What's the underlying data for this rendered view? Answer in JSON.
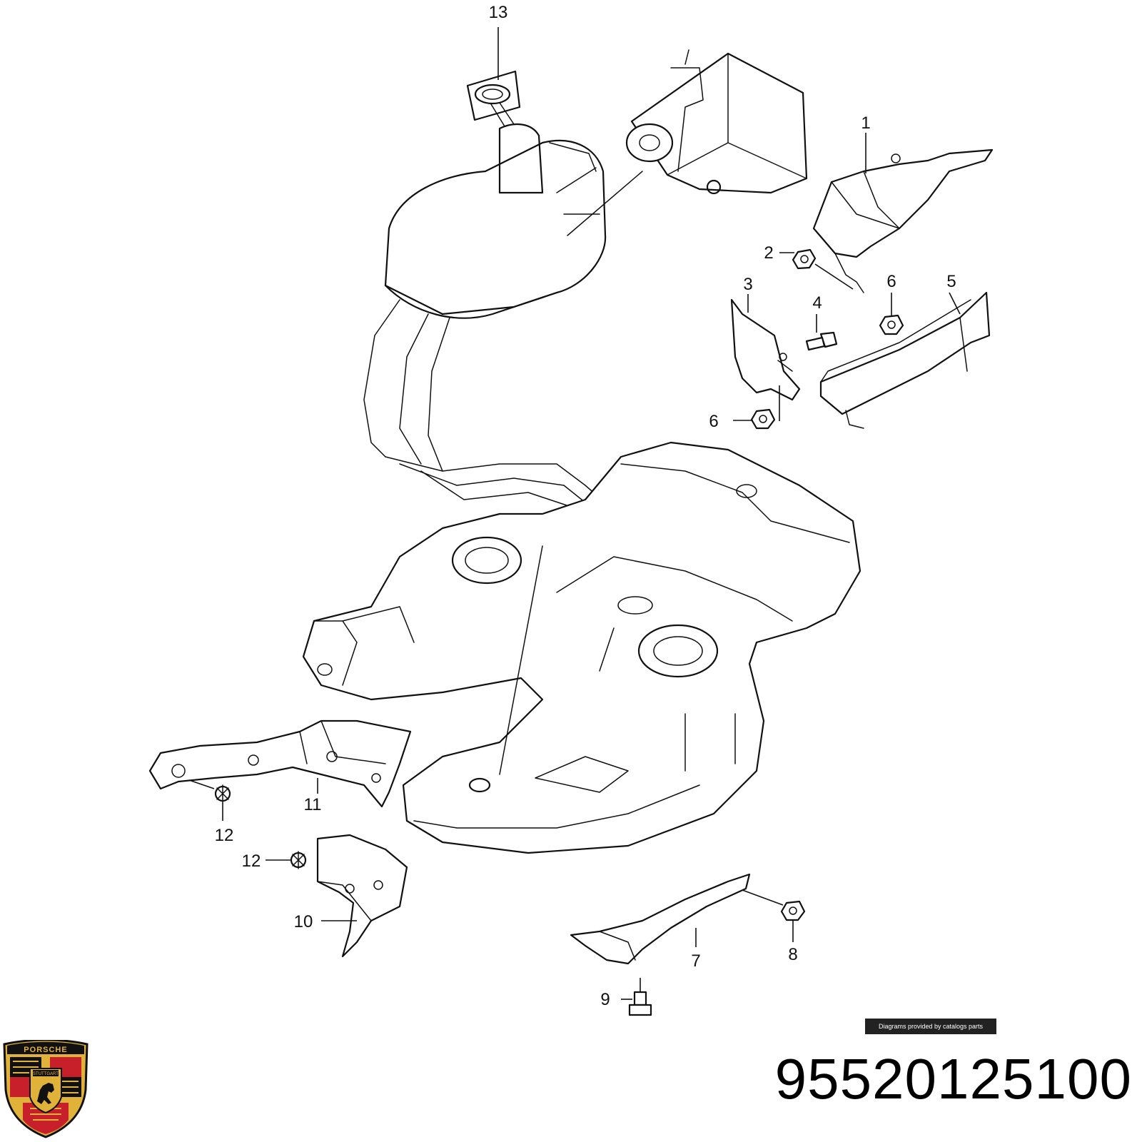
{
  "diagram": {
    "callouts": [
      "13",
      "1",
      "2",
      "3",
      "4",
      "6",
      "5",
      "6",
      "11",
      "12",
      "12",
      "10",
      "7",
      "8",
      "9"
    ]
  },
  "credit": "Diagrams provided by catalogs parts",
  "part_number": "95520125100",
  "logo": {
    "name": "porsche-crest",
    "text": "PORSCHE STUTTGART",
    "colors": {
      "gold": "#e0b23a",
      "red": "#c8202a",
      "black": "#111111"
    }
  }
}
